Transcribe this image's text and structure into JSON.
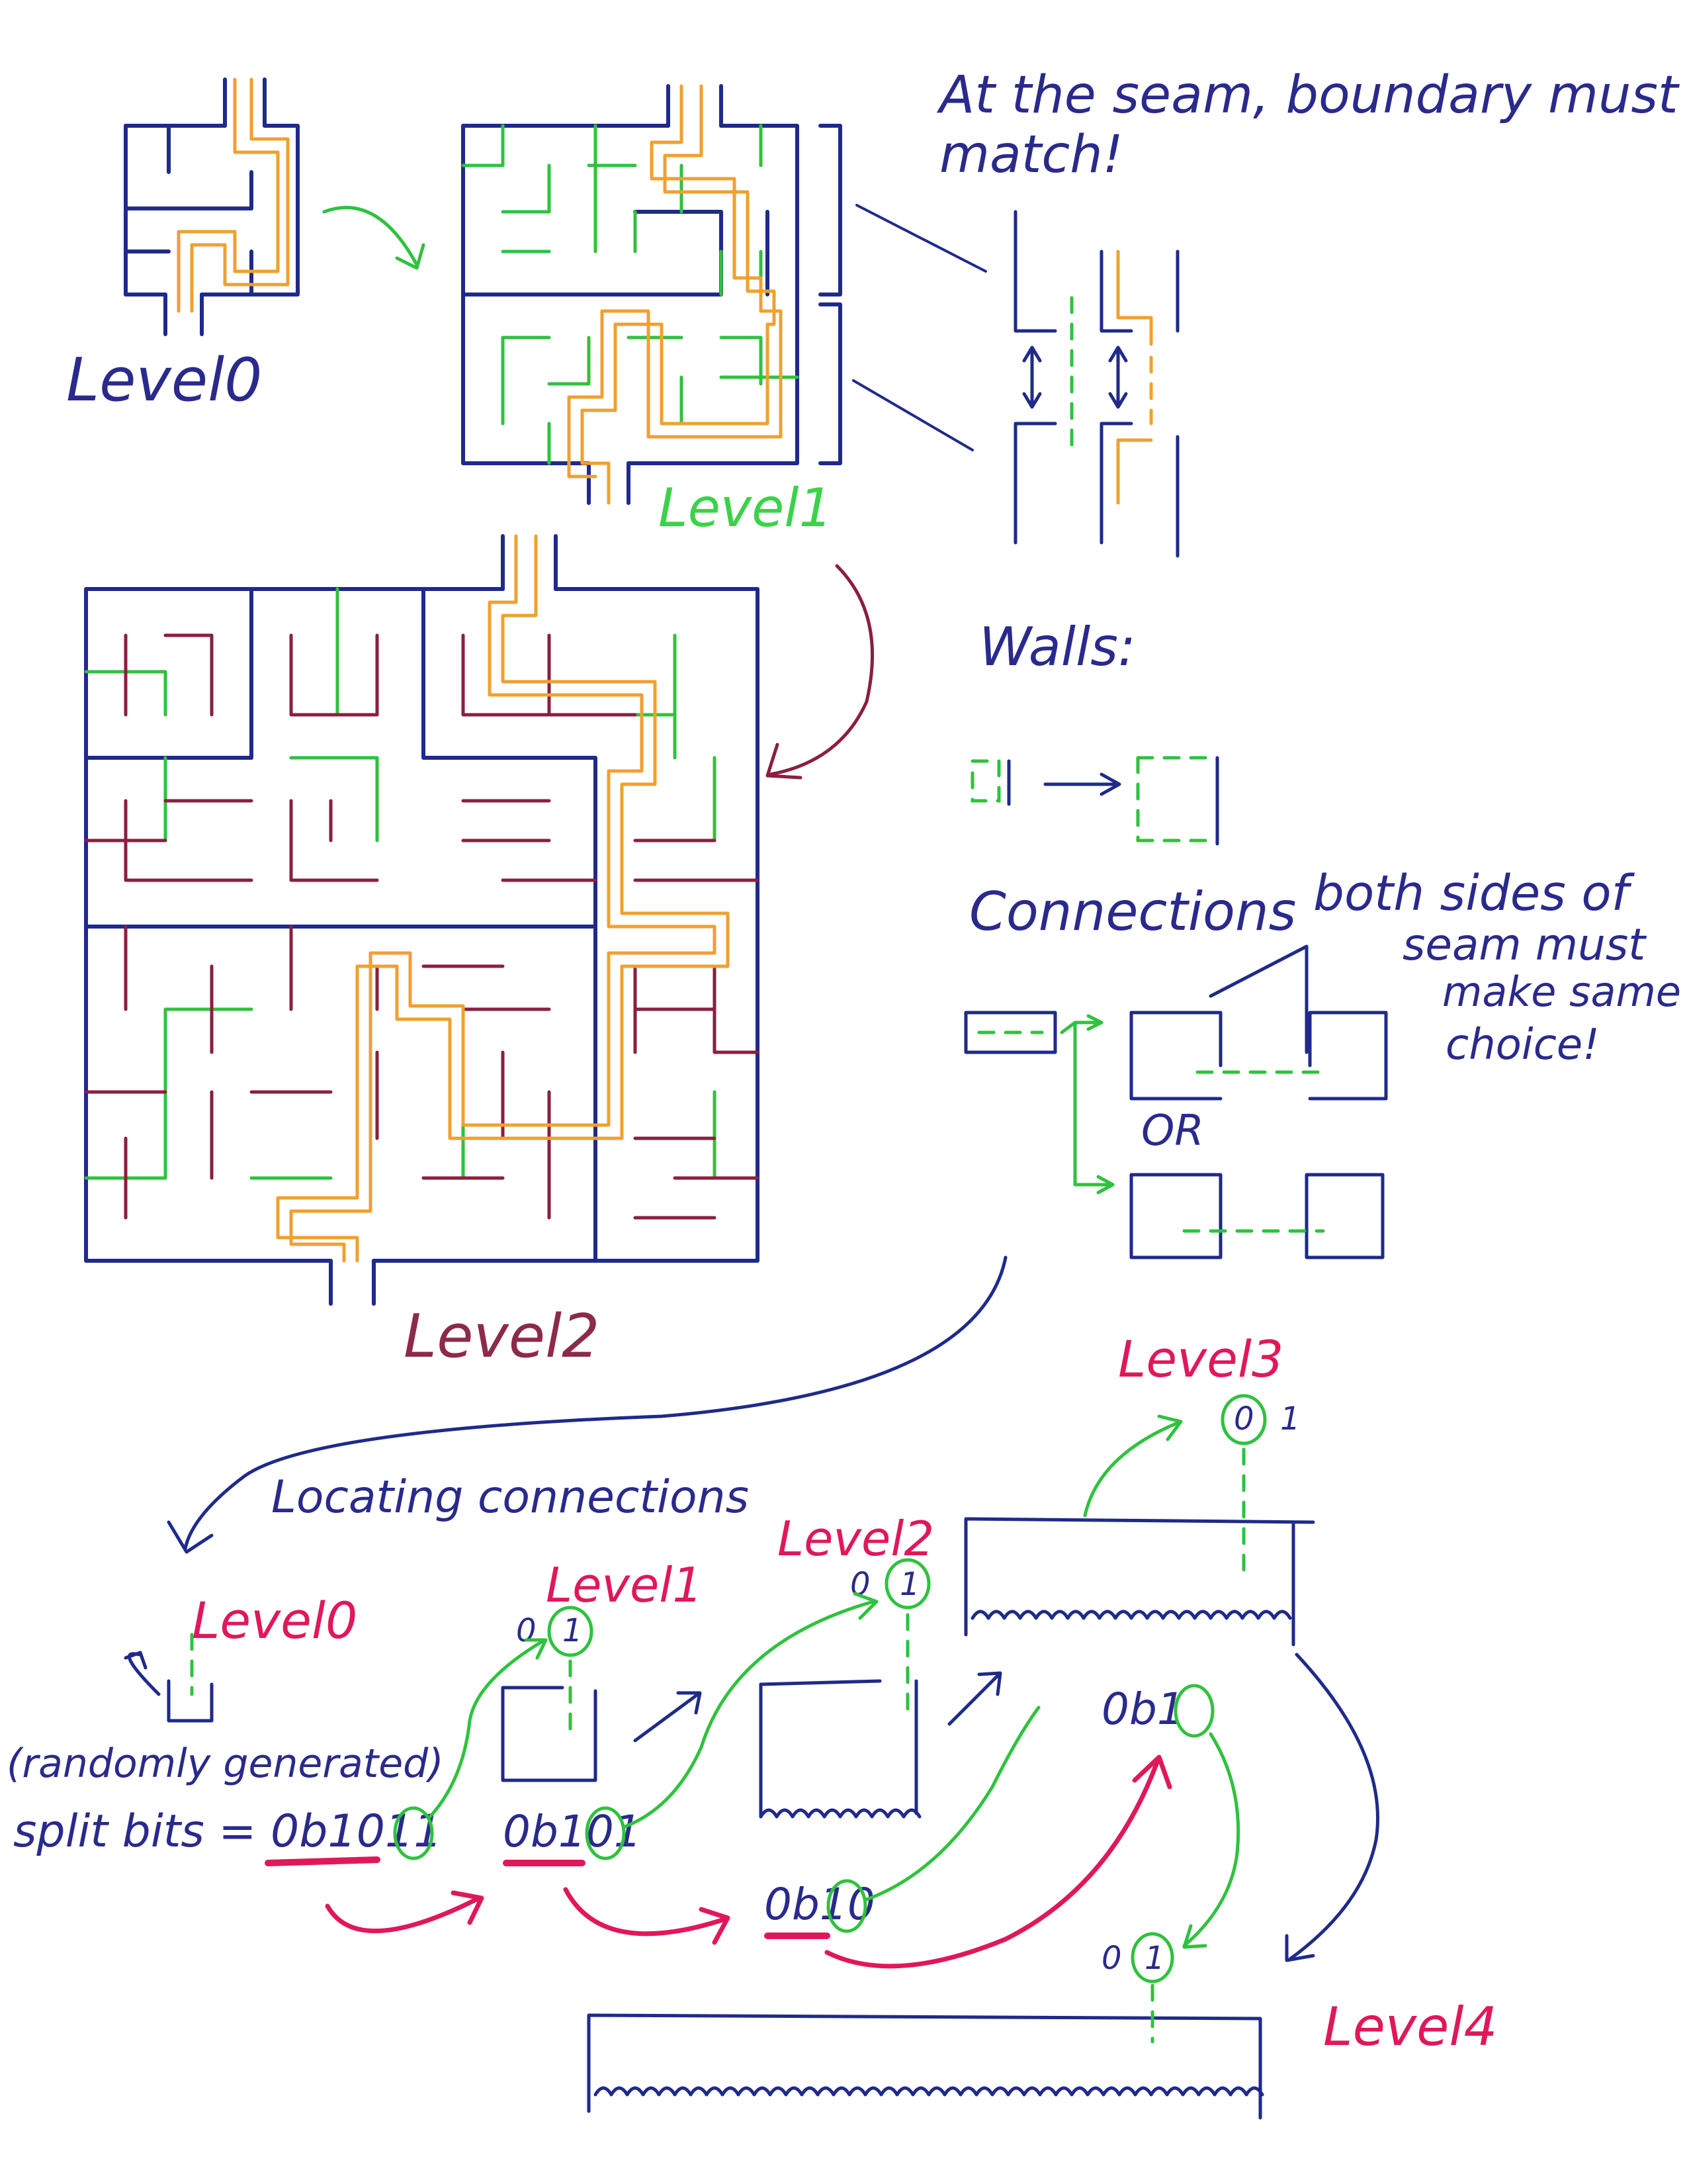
{
  "labels": {
    "level0_top": "Level0",
    "level1_top": "Level1",
    "level2_top": "Level2",
    "seam_note_line1": "At the seam, boundary must",
    "seam_note_line2": "match!",
    "walls": "Walls:",
    "connections": "Connections",
    "or": "OR",
    "both_sides_line1": "both sides of",
    "both_sides_line2": "seam must",
    "both_sides_line3": "make same",
    "both_sides_line4": "choice!",
    "locating": "Locating connections",
    "bottom_level0": "Level0",
    "bottom_level1": "Level1",
    "bottom_level2": "Level2",
    "bottom_level3": "Level3",
    "bottom_level4": "Level4",
    "random_note": "(randomly generated)",
    "split_bits": "split bits = 0b1011",
    "bits_l1": "0b101",
    "bits_l2": "0b10",
    "bits_l3": "0b1",
    "choice_zero": "0",
    "choice_one": "1"
  },
  "colors": {
    "blue": "#1f2a8a",
    "green": "#2fc23e",
    "maroon": "#8a1f3f",
    "orange": "#f0a030",
    "pink": "#e0185a"
  }
}
